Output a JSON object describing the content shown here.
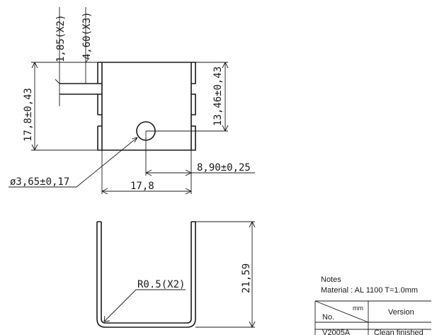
{
  "dimensions": {
    "d_185": "1,85(X2)",
    "d_460": "4,60(X3)",
    "d_178_tol": "17,8±0,43",
    "d_1346": "13,46±0,43",
    "d_hole": "ø3,65±0,17",
    "d_890": "8,90±0,25",
    "d_178": "17,8",
    "d_radius": "R0.5(X2)",
    "d_2159": "21,59"
  },
  "notes": {
    "title": "Notes",
    "material": "Material : AL 1100 T=1.0mm"
  },
  "table": {
    "header_unit": "mm",
    "header_no": "No.",
    "header_version": "Version",
    "row_no": "V2005A",
    "row_version": "Clean finished"
  }
}
